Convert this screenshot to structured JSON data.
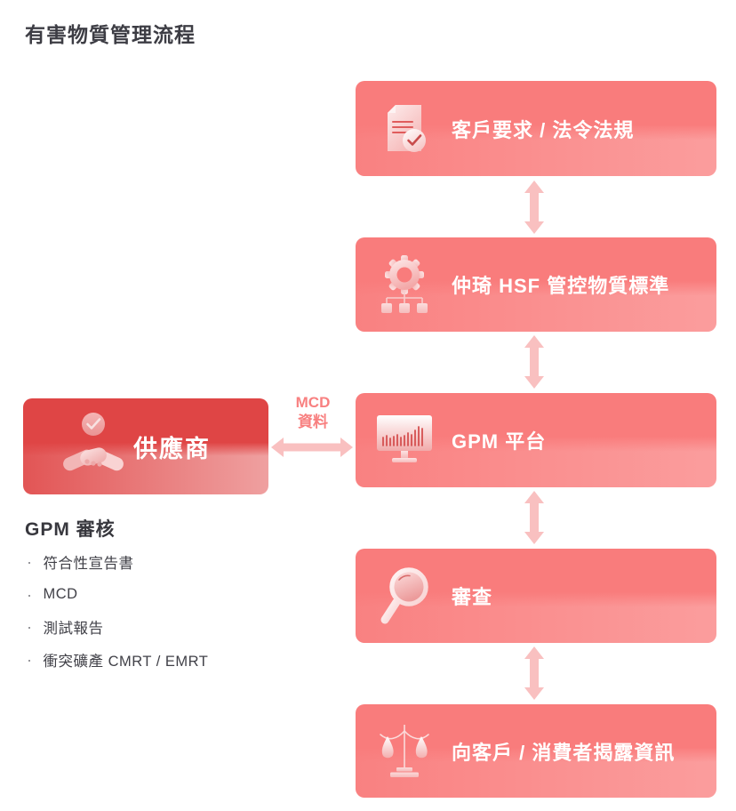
{
  "page": {
    "title": "有害物質管理流程"
  },
  "flow": {
    "boxes": [
      {
        "label": "客戶要求 / 法令法規",
        "icon": "document-check-icon"
      },
      {
        "label": "仲琦 HSF 管控物質標準",
        "icon": "gear-hierarchy-icon"
      },
      {
        "label": "GPM 平台",
        "icon": "monitor-chart-icon"
      },
      {
        "label": "審查",
        "icon": "magnifier-icon"
      },
      {
        "label": "向客戶 / 消費者揭露資訊",
        "icon": "scales-icon"
      }
    ]
  },
  "supplier": {
    "label": "供應商",
    "icon": "handshake-check-icon"
  },
  "mcd_arrow": {
    "line1": "MCD",
    "line2": "資料"
  },
  "gpm_review": {
    "heading": "GPM 審核",
    "items": [
      "符合性宣告書",
      "MCD",
      "測試報告",
      "衝突礦產 CMRT / EMRT"
    ]
  },
  "colors": {
    "box_red": "#f97c7c",
    "box_red_light": "#fb9d9d",
    "supplier_red_dark": "#df4545",
    "supplier_red_light": "#efa0a0",
    "arrow_pink": "#f9c0c0",
    "mcd_label_red": "#f88080",
    "text_dark": "#3d3d44",
    "box_text": "#ffffff"
  }
}
